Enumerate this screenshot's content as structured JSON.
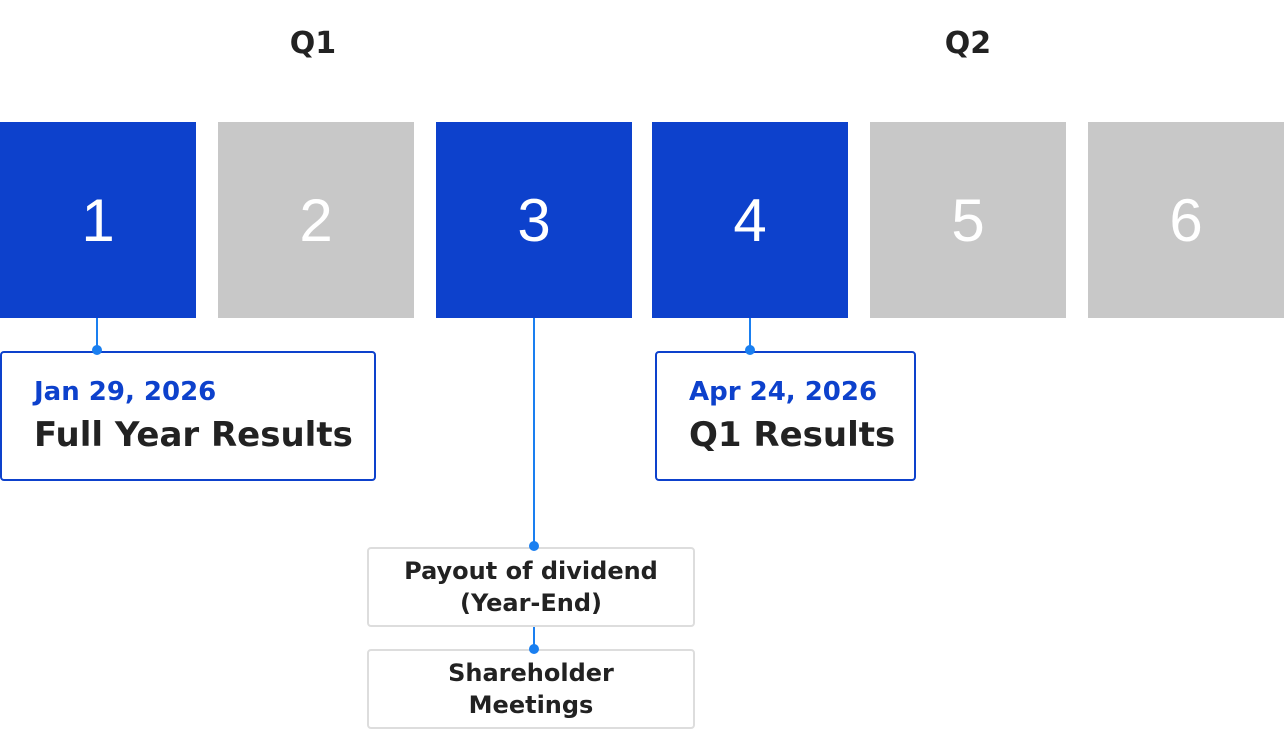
{
  "quarters": [
    "Q1",
    "Q2"
  ],
  "months": [
    {
      "label": "1",
      "active": true
    },
    {
      "label": "2",
      "active": false
    },
    {
      "label": "3",
      "active": true
    },
    {
      "label": "4",
      "active": true
    },
    {
      "label": "5",
      "active": false
    },
    {
      "label": "6",
      "active": false
    }
  ],
  "events": [
    {
      "date": "Jan 29, 2026",
      "title": "Full Year Results"
    },
    {
      "date": "Apr 24, 2026",
      "title": "Q1 Results"
    }
  ],
  "notes": [
    {
      "line1": "Payout of dividend",
      "line2": "(Year-End)"
    },
    {
      "line1": "Shareholder",
      "line2": "Meetings"
    }
  ],
  "colors": {
    "active": "#0d41cc",
    "inactive": "#c8c8c8",
    "connector": "#1a7ff0"
  }
}
